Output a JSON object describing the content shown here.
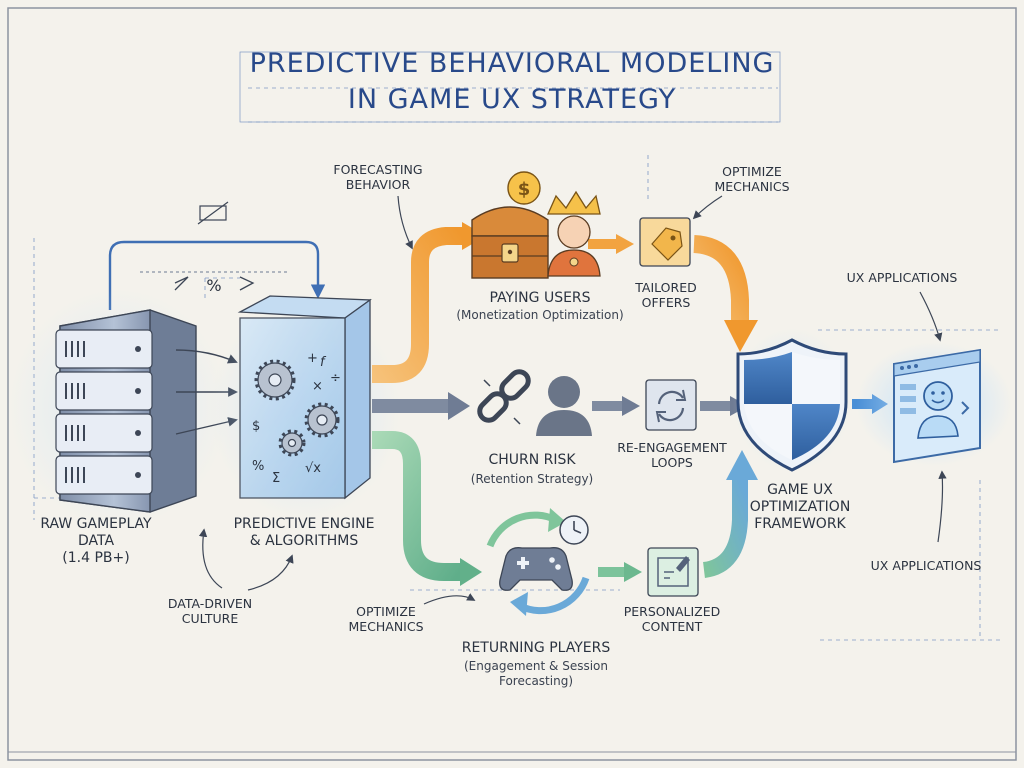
{
  "title": {
    "line1": "PREDICTIVE BEHAVIORAL MODELING",
    "line2": "IN GAME UX STRATEGY"
  },
  "annotations": {
    "percent_symbol": "%",
    "forecasting": [
      "FORECASTING",
      "BEHAVIOR"
    ],
    "optimize_top": [
      "OPTIMIZE",
      "MECHANICS"
    ],
    "ux_applications_top": "UX APPLICATIONS",
    "ux_applications_bottom": "UX APPLICATIONS",
    "data_driven": [
      "DATA-DRIVEN",
      "CULTURE"
    ],
    "optimize_bottom": [
      "OPTIMIZE",
      "MECHANICS"
    ]
  },
  "nodes": {
    "raw_data": [
      "RAW GAMEPLAY",
      "DATA",
      "(1.4 PB+)"
    ],
    "engine": [
      "PREDICTIVE ENGINE",
      "& ALGORITHMS"
    ],
    "engine_symbols": [
      "+",
      "f",
      "÷",
      "×",
      "$",
      "%",
      "Σ",
      "√x"
    ],
    "paying_users": "PAYING USERS",
    "paying_users_sub": "(Monetization Optimization)",
    "coin_symbol": "$",
    "tailored_offers": [
      "TAILORED",
      "OFFERS"
    ],
    "churn_risk": "CHURN RISK",
    "churn_risk_sub": "(Retention Strategy)",
    "reengagement": [
      "RE-ENGAGEMENT",
      "LOOPS"
    ],
    "returning_players": "RETURNING PLAYERS",
    "returning_players_sub": [
      "(Engagement & Session",
      "Forecasting)"
    ],
    "personalized_content": [
      "PERSONALIZED",
      "CONTENT"
    ],
    "framework": [
      "GAME UX",
      "OPTIMIZATION",
      "FRAMEWORK"
    ]
  },
  "colors": {
    "title": "#28498a",
    "ink": "#2b3340",
    "orange_flow": "#f2a340",
    "gray_flow": "#8390a4",
    "green_flow": "#6fbf8e",
    "blue_accent": "#4a8fd6",
    "background": "#f4f2ec"
  },
  "icons": [
    "server-icon",
    "engine-cube-icon",
    "gear-icon",
    "treasure-chest-icon",
    "coin-icon",
    "crown-icon",
    "user-icon",
    "price-tag-icon",
    "broken-chain-icon",
    "refresh-icon",
    "gamepad-icon",
    "clock-icon",
    "edit-document-icon",
    "shield-icon",
    "browser-window-icon",
    "smiley-icon"
  ]
}
